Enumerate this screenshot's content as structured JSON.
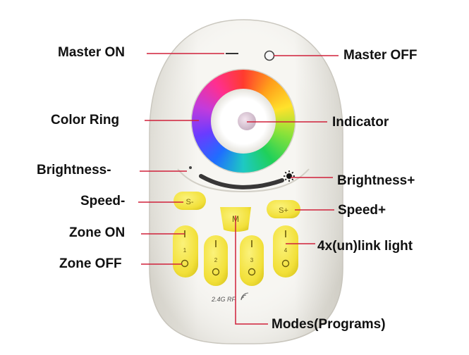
{
  "labels": {
    "master_on": "Master ON",
    "master_off": "Master OFF",
    "color_ring": "Color Ring",
    "indicator": "Indicator",
    "brightness_minus": "Brightness-",
    "brightness_plus": "Brightness+",
    "speed_minus": "Speed-",
    "speed_plus": "Speed+",
    "zone_on": "Zone ON",
    "zone_off": "Zone OFF",
    "link_light": "4x(un)link light",
    "modes": "Modes(Programs)"
  },
  "remote": {
    "mode_button": "M",
    "speed_minus_symbol": "S-",
    "speed_plus_symbol": "S+",
    "zone_numbers": [
      "1",
      "2",
      "3",
      "4"
    ],
    "rf_text": "2.4G RF"
  },
  "colors": {
    "pointer_line": "#d0203a",
    "button_yellow": "#f5e84a",
    "body": "#f4f3ee"
  },
  "icons": {
    "brightness_plus": "sun-icon",
    "master_off": "circle-icon",
    "wifi": "wifi-icon"
  }
}
